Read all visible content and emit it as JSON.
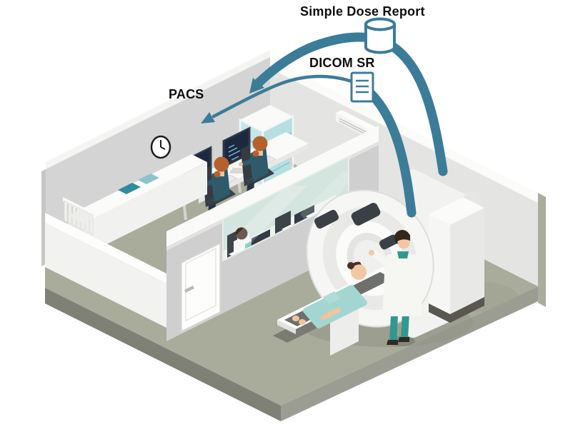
{
  "labels": {
    "simple_dose_report": "Simple Dose Report",
    "dicom_sr": "DICOM SR",
    "pacs": "PACS"
  },
  "flow": {
    "arrows": [
      {
        "label": "Simple Dose Report",
        "icon": "database-cylinder-icon"
      },
      {
        "label": "DICOM SR",
        "icon": "document-icon"
      },
      {
        "label": "PACS",
        "icon": null
      }
    ]
  },
  "icons": [
    "database-cylinder-icon",
    "document-icon",
    "wall-clock-icon",
    "air-conditioner-icon",
    "monitor-icon"
  ],
  "colors": {
    "arrow_teal": "#3b7c98",
    "label_text": "#0e0e0e",
    "floor_sage": "#a9ab9b",
    "wall_gray": "#d4d4d4",
    "wall_light": "#e4e4e3",
    "glass_teal": "#cfe6e2",
    "scrub_teal": "#2e9a8f",
    "worker_teal": "#2e5a6b",
    "hair_auburn": "#b4612d"
  }
}
